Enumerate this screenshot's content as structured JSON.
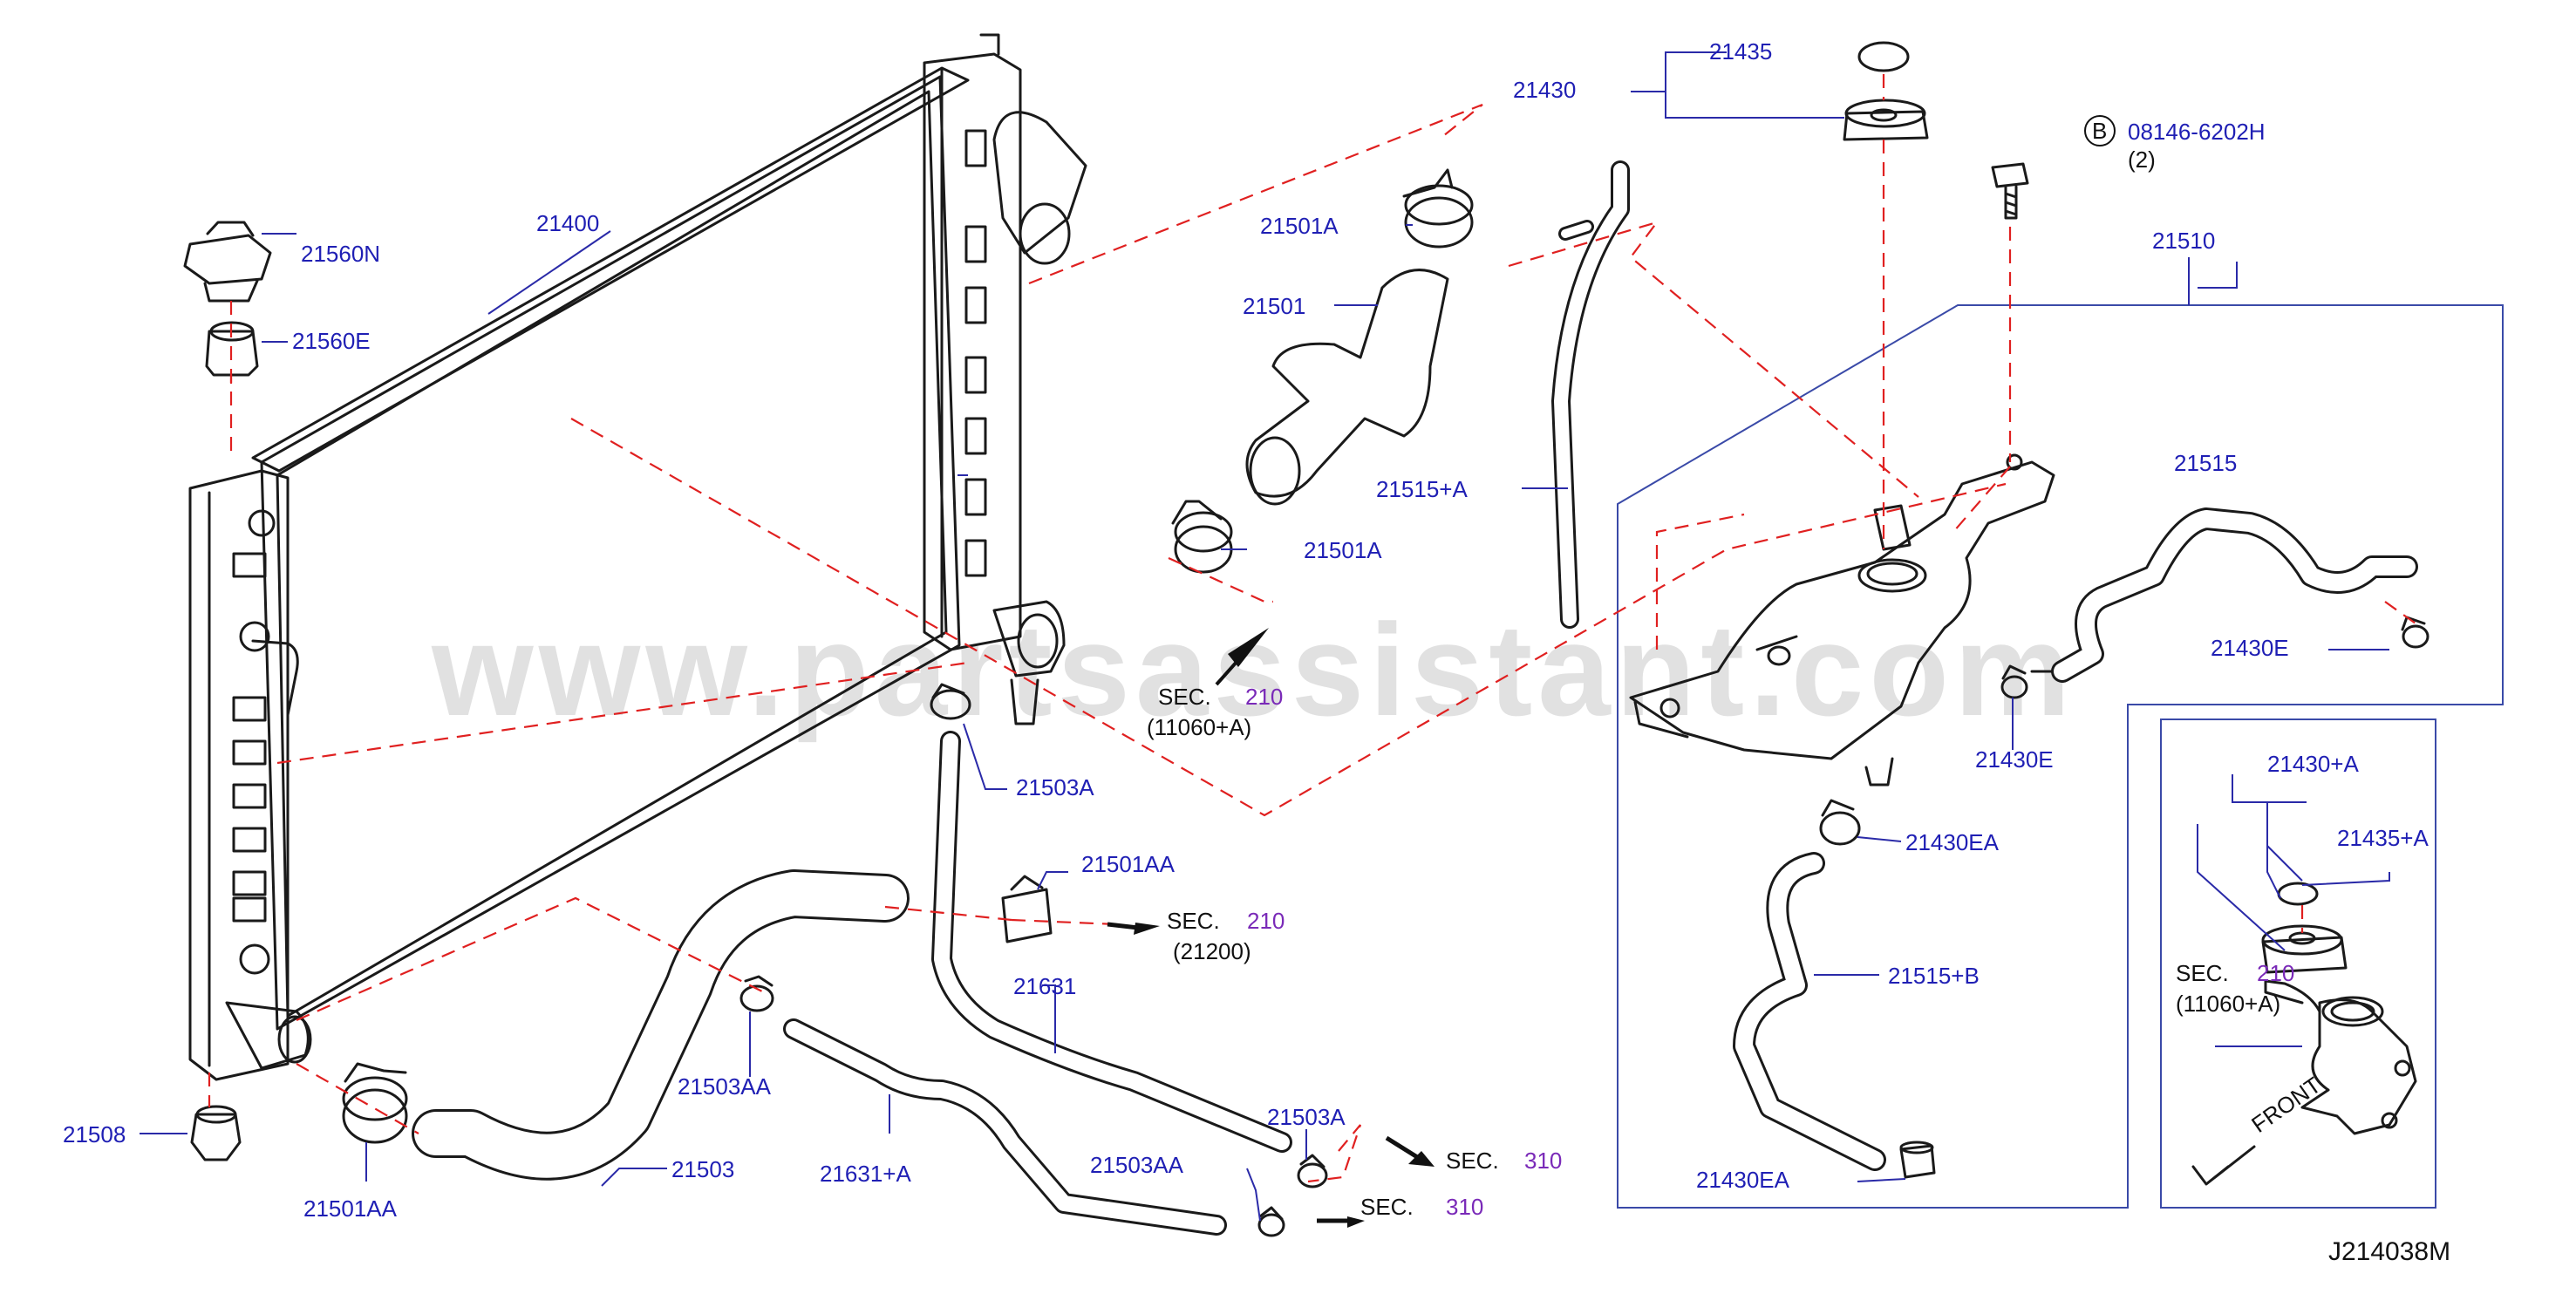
{
  "diagram": {
    "code": "J214038M",
    "watermark": "www.partsassistant.com",
    "colors": {
      "label": "#1f1fb4",
      "part_line": "#1a1a1a",
      "guide_dash": "#e02020",
      "box": "#3a4aa8",
      "section_number": "#7a2ab8"
    },
    "labels": {
      "radiator": "21400",
      "cap_upper": "21560N",
      "cap_lower_rubber": "21560E",
      "drain_plug": "21508",
      "clamp_21501aa_left": "21501AA",
      "lower_hose": "21503",
      "clamp_21503aa_mid": "21503AA",
      "hose_21631a": "21631+A",
      "hose_21631": "21631",
      "clamp_21501aa_mid": "21501AA",
      "clamp_21503a_top": "21503A",
      "clamp_21503a_bottom": "21503A",
      "clamp_21503aa_bottom": "21503AA",
      "reservoir_cap": "21430",
      "cap_seal": "21435",
      "clamp_21501a_top": "21501A",
      "upper_hose": "21501",
      "clamp_21501a_bottom": "21501A",
      "overflow_hose": "21515+A",
      "bolt_b": "B",
      "bolt_number": "08146-6202H",
      "bolt_qty": "(2)",
      "reservoir_tank": "21510",
      "reservoir_hose": "21515",
      "clamp_21430e_right": "21430E",
      "clamp_21430e_left": "21430E",
      "clamp_21430ea_top": "21430EA",
      "reservoir_hose_b": "21515+B",
      "clamp_21430ea_bottom": "21430EA",
      "inset_cap": "21430+A",
      "inset_seal": "21435+A",
      "front_label": "FRONT"
    },
    "sections": {
      "sec_a": {
        "prefix": "SEC.",
        "num": "210",
        "sub": "(11060+A)"
      },
      "sec_b": {
        "prefix": "SEC.",
        "num": "210",
        "sub": "(21200)"
      },
      "sec_c": {
        "prefix": "SEC.",
        "num": "310"
      },
      "sec_d": {
        "prefix": "SEC.",
        "num": "310"
      },
      "sec_inset": {
        "prefix": "SEC.",
        "num": "210",
        "sub": "(11060+A)"
      }
    }
  }
}
